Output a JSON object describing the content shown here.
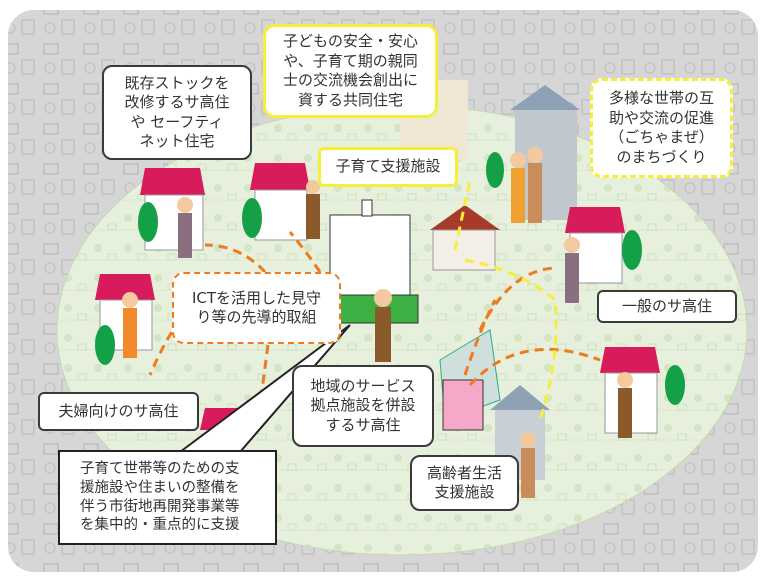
{
  "labels": {
    "existing_stock": "既存ストックを\n改修するサ高住\nや セーフティ\nネット住宅",
    "shared_housing": "子どもの安全・安心\nや、子育て期の親同\n士の交流機会創出に\n資する共同住宅",
    "mixed_community": "多様な世帯の互\n助や交流の促進\n（ごちゃまぜ）\nのまちづくり",
    "childcare_facility": "子育て支援施設",
    "ict": "ICTを活用した見守\nり等の先導的取組",
    "general_housing": "一般のサ高住",
    "couple_housing": "夫婦向けのサ高住",
    "service_hub": "地域のサービス\n拠点施設を併設\nするサ高住",
    "support_callout": "子育て世帯等のための支\n援施設や住まいの整備を\n伴う市街地再開発事業等\nを集中的・重点的に支援",
    "elderly_support": "高齢者生活\n支援施設"
  },
  "colors": {
    "yellow": "#f5ef3a",
    "orange": "#f07a1e",
    "green_area": "#e4efd8",
    "roof": "#d81b5a"
  }
}
